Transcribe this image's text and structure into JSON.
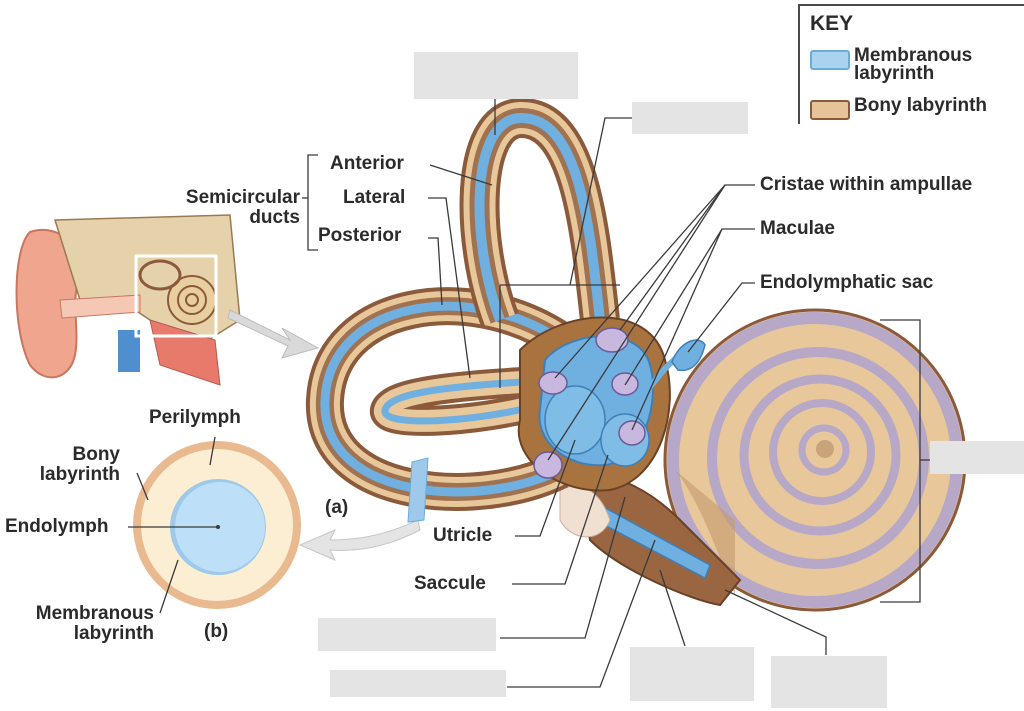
{
  "key": {
    "title": "KEY",
    "membranous_line1": "Membranous",
    "membranous_line2": "labyrinth",
    "bony": "Bony labyrinth"
  },
  "labels": {
    "anterior": "Anterior",
    "lateral": "Lateral",
    "posterior": "Posterior",
    "semicircular_line1": "Semicircular",
    "semicircular_line2": "ducts",
    "cristae": "Cristae within ampullae",
    "maculae": "Maculae",
    "endolymphatic_sac": "Endolymphatic sac",
    "utricle": "Utricle",
    "saccule": "Saccule",
    "panel_a": "(a)",
    "panel_b": "(b)",
    "perilymph": "Perilymph",
    "bony_line1": "Bony",
    "bony_line2": "labyrinth",
    "endolymph": "Endolymph",
    "membranous_line1": "Membranous",
    "membranous_line2": "labyrinth"
  },
  "colors": {
    "membranous": "#a9d3ef",
    "membranous_dark": "#6aaed8",
    "bony": "#e7c39a",
    "bony_dark": "#8a5a3a",
    "bone_fill": "#f6e7c9",
    "label_text": "#2b2b2b",
    "blank_box": "#e4e4e4"
  }
}
